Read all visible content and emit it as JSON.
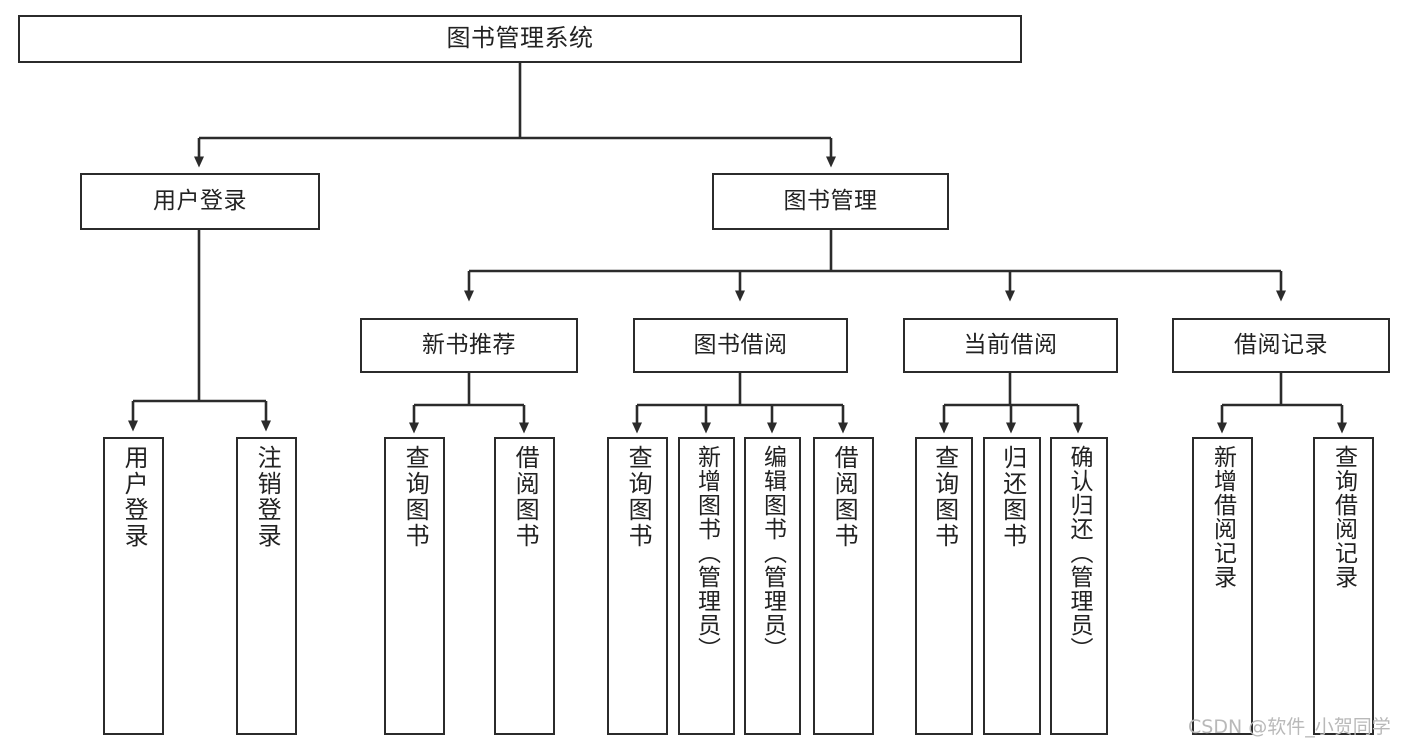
{
  "diagram": {
    "title": "图书管理系统",
    "type": "tree-hierarchy",
    "watermark": "CSDN @软件_小贺同学",
    "colors": {
      "background": "#ffffff",
      "node_border": "#2b2b2b",
      "node_fill": "#ffffff",
      "connector": "#2b2b2b",
      "text": "#222222",
      "watermark": "#b9b9b9"
    },
    "nodes": {
      "root": {
        "label": "图书管理系统"
      },
      "level2": [
        {
          "id": "user-login",
          "label": "用户登录"
        },
        {
          "id": "book-manage",
          "label": "图书管理"
        }
      ],
      "level3": [
        {
          "id": "new-book-recommend",
          "label": "新书推荐"
        },
        {
          "id": "book-borrow",
          "label": "图书借阅"
        },
        {
          "id": "current-borrow",
          "label": "当前借阅"
        },
        {
          "id": "borrow-record",
          "label": "借阅记录"
        }
      ],
      "leaves": {
        "user-login": [
          {
            "id": "leaf-user-login",
            "label": "用户登录"
          },
          {
            "id": "leaf-logout",
            "label": "注销登录"
          }
        ],
        "new-book-recommend": [
          {
            "id": "leaf-query-book-1",
            "label": "查询图书"
          },
          {
            "id": "leaf-borrow-book-1",
            "label": "借阅图书"
          }
        ],
        "book-borrow": [
          {
            "id": "leaf-query-book-2",
            "label": "查询图书"
          },
          {
            "id": "leaf-add-book",
            "label": "新增图书（管理员）"
          },
          {
            "id": "leaf-edit-book",
            "label": "编辑图书（管理员）"
          },
          {
            "id": "leaf-borrow-book-2",
            "label": "借阅图书"
          }
        ],
        "current-borrow": [
          {
            "id": "leaf-query-book-3",
            "label": "查询图书"
          },
          {
            "id": "leaf-return-book",
            "label": "归还图书"
          },
          {
            "id": "leaf-confirm-return",
            "label": "确认归还（管理员）"
          }
        ],
        "borrow-record": [
          {
            "id": "leaf-add-record",
            "label": "新增借阅记录"
          },
          {
            "id": "leaf-query-record",
            "label": "查询借阅记录"
          }
        ]
      }
    }
  }
}
